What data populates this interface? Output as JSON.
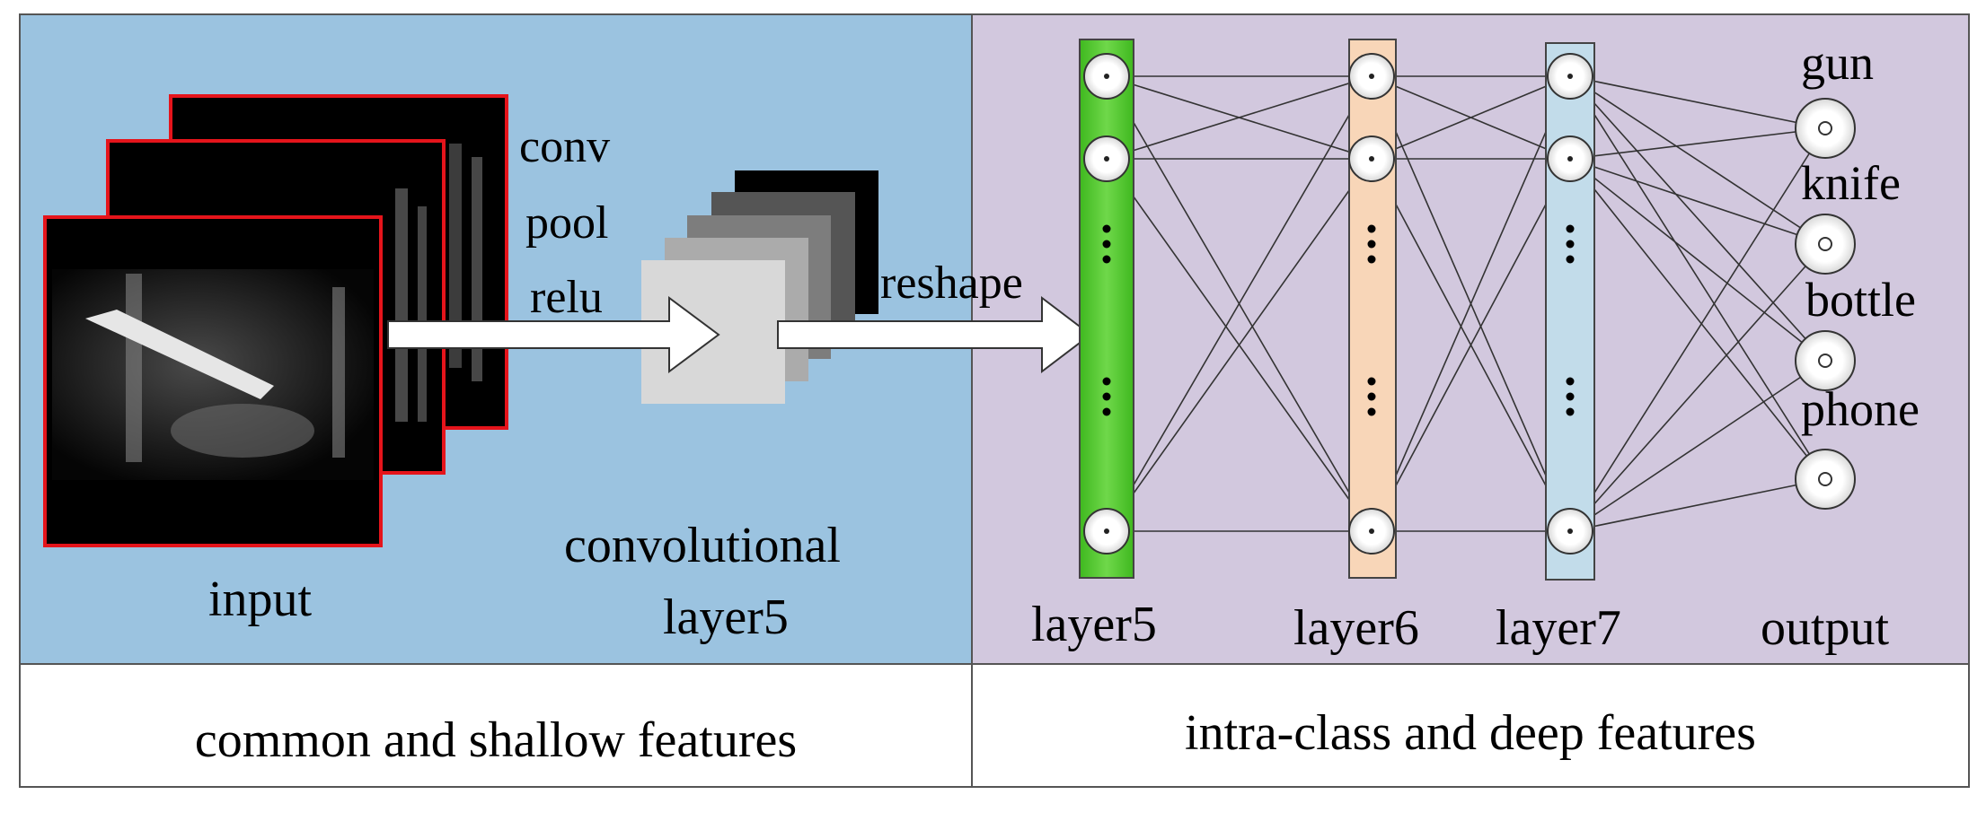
{
  "left_panel": {
    "input_label": "input",
    "ops": [
      "conv",
      "pool",
      "relu"
    ],
    "conv_layer_label": [
      "convolutional",
      "layer5"
    ],
    "reshape_label": "reshape",
    "caption": "common and shallow features"
  },
  "right_panel": {
    "layers": [
      {
        "label": "layer5",
        "color": "#4ec42a"
      },
      {
        "label": "layer6",
        "color": "#f8d6b8"
      },
      {
        "label": "layer7",
        "color": "#c2dcea"
      },
      {
        "label": "output",
        "color": ""
      }
    ],
    "outputs": [
      "gun",
      "knife",
      "bottle",
      "phone"
    ],
    "caption": "intra-class and deep features"
  },
  "colors": {
    "left_bg": "#9bc3e0",
    "right_bg": "#d2c8de",
    "frame_border": "#e5141b"
  }
}
